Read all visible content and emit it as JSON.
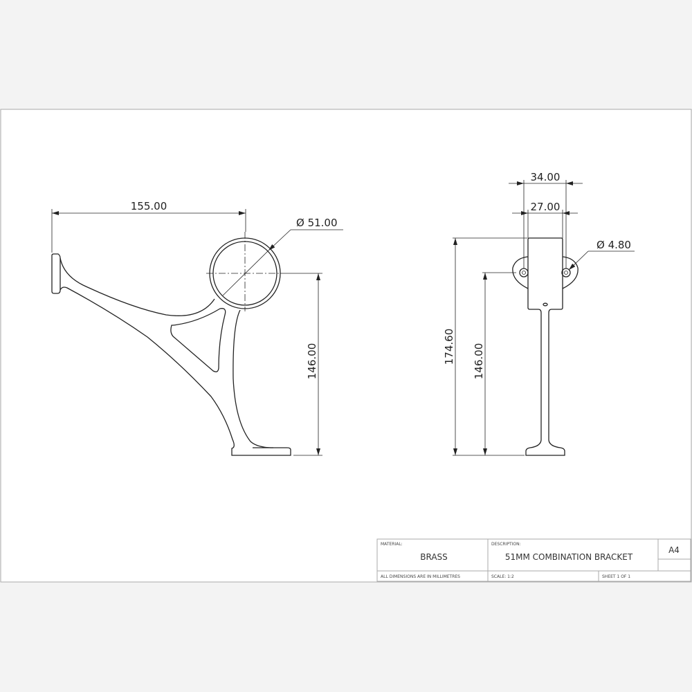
{
  "side_view": {
    "width_dim": "155.00",
    "diameter_dim": "Ø 51.00",
    "height_dim": "146.00"
  },
  "front_view": {
    "outer_width_dim": "34.00",
    "inner_width_dim": "27.00",
    "hole_dim": "Ø 4.80",
    "total_height_dim": "174.60",
    "hole_height_dim": "146.00"
  },
  "title_block": {
    "material_label": "MATERIAL:",
    "material_value": "BRASS",
    "description_label": "DESCRIPTION:",
    "description_value": "51MM COMBINATION BRACKET",
    "paper_size": "A4",
    "units_note": "ALL DIMENSIONS ARE IN MILLIMETRES",
    "scale": "SCALE: 1:2",
    "sheet": "SHEET 1 OF 1"
  }
}
